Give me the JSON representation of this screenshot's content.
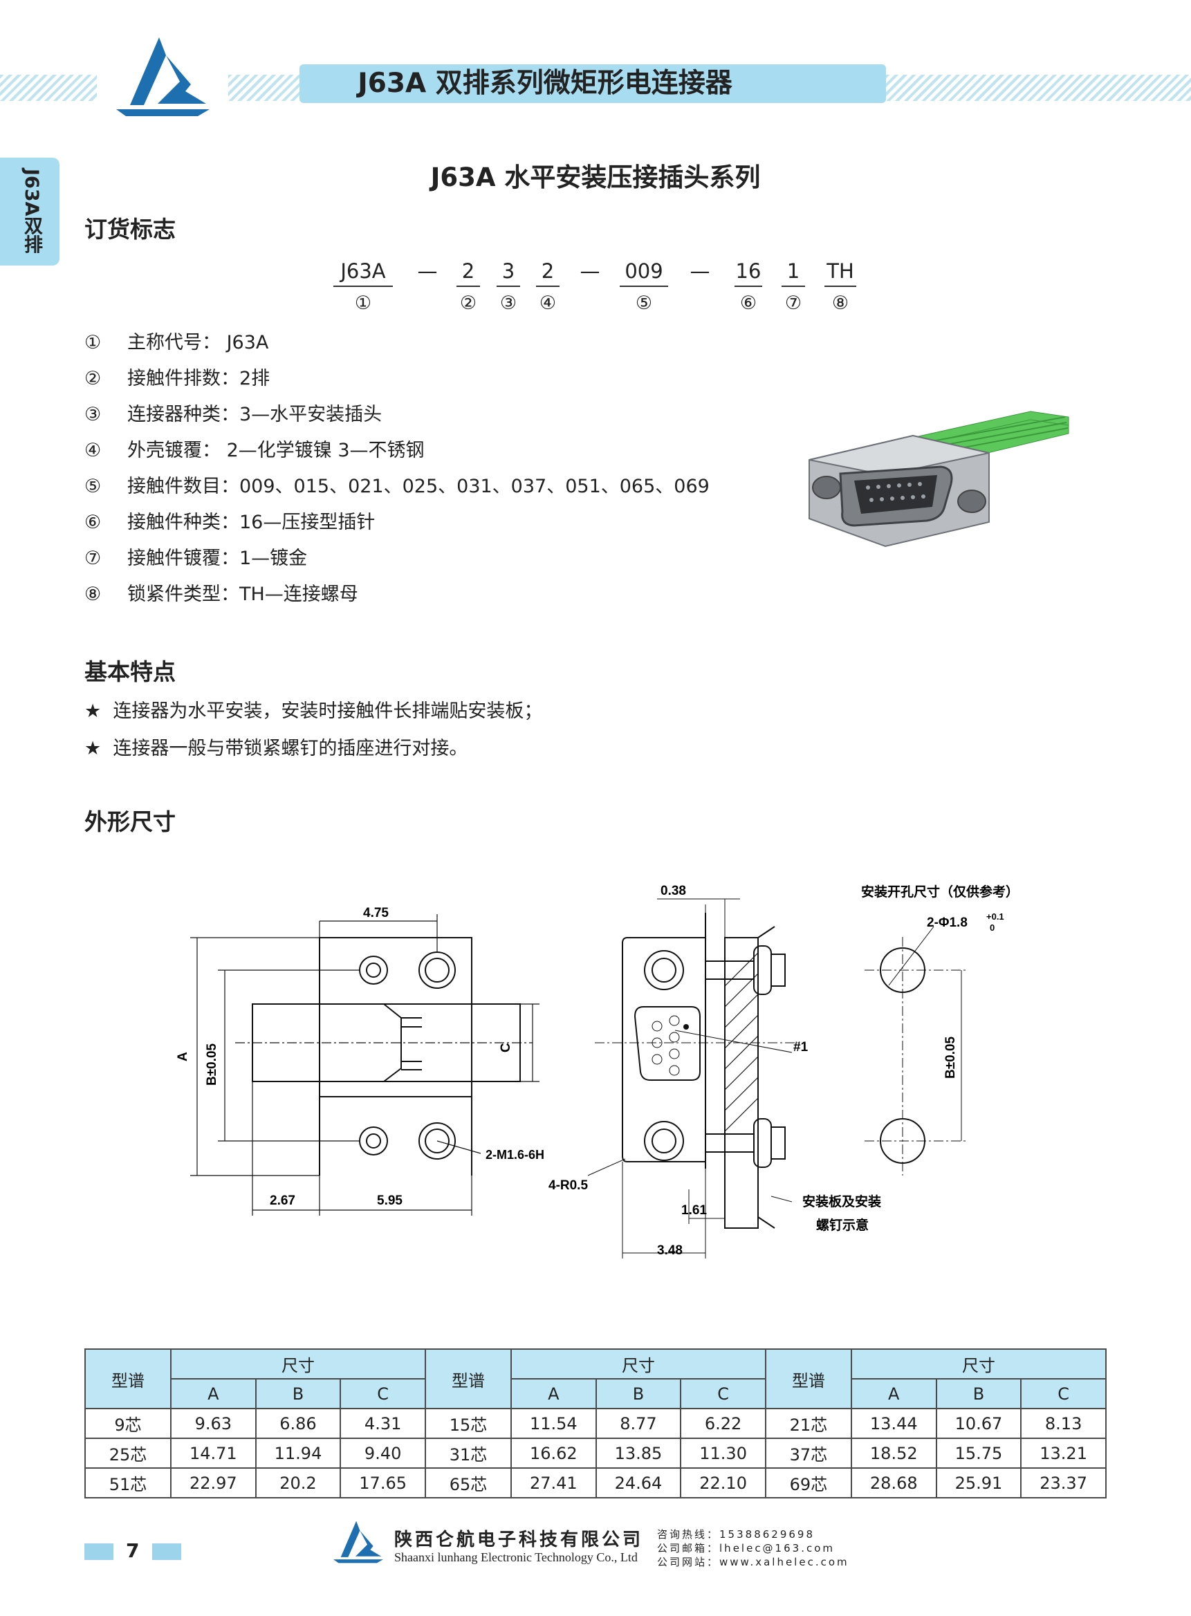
{
  "header": {
    "title": "J63A 双排系列微矩形电连接器",
    "side_tab": "J63A双排"
  },
  "page_title": "J63A 水平安装压接插头系列",
  "ordering": {
    "heading": "订货标志",
    "code_parts": [
      "J63A",
      "—",
      "2",
      "3",
      "2",
      "—",
      "009",
      "—",
      "16",
      "1",
      "TH"
    ],
    "code_numbers": [
      "①",
      "②",
      "③",
      "④",
      "⑤",
      "⑥",
      "⑦",
      "⑧"
    ],
    "items": [
      {
        "num": "①",
        "text": "主称代号： J63A"
      },
      {
        "num": "②",
        "text": "接触件排数：2排"
      },
      {
        "num": "③",
        "text": "连接器种类：3—水平安装插头"
      },
      {
        "num": "④",
        "text": "外壳镀覆： 2—化学镀镍 3—不锈钢"
      },
      {
        "num": "⑤",
        "text": "接触件数目：009、015、021、025、031、037、051、065、069"
      },
      {
        "num": "⑥",
        "text": "接触件种类：16—压接型插针"
      },
      {
        "num": "⑦",
        "text": "接触件镀覆：1—镀金"
      },
      {
        "num": "⑧",
        "text": "锁紧件类型：TH—连接螺母"
      }
    ]
  },
  "features": {
    "heading": "基本特点",
    "bullets": [
      "连接器为水平安装，安装时接触件长排端贴安装板；",
      "连接器一般与带锁紧螺钉的插座进行对接。"
    ],
    "bullet_symbol": "★"
  },
  "dimensions": {
    "heading": "外形尺寸",
    "labels": {
      "d475": "4.75",
      "d267": "2.67",
      "d595": "5.95",
      "A": "A",
      "B": "B±0.05",
      "C": "C",
      "screw": "2-M1.6-6H",
      "d038": "0.38",
      "pin1": "#1",
      "r05": "4-R0.5",
      "d161": "1.61",
      "d348": "3.48",
      "panel1": "安装板及安装",
      "panel2": "螺钉示意",
      "cutout": "安装开孔尺寸（仅供参考）",
      "hole": "2-Φ1.8",
      "tol_up": "+0.1",
      "tol_low": "0",
      "B2": "B±0.05"
    }
  },
  "table": {
    "header_model": "型谱",
    "header_size": "尺寸",
    "cols": [
      "A",
      "B",
      "C"
    ],
    "rows": [
      [
        [
          "9芯",
          "9.63",
          "6.86",
          "4.31"
        ],
        [
          "15芯",
          "11.54",
          "8.77",
          "6.22"
        ],
        [
          "21芯",
          "13.44",
          "10.67",
          "8.13"
        ]
      ],
      [
        [
          "25芯",
          "14.71",
          "11.94",
          "9.40"
        ],
        [
          "31芯",
          "16.62",
          "13.85",
          "11.30"
        ],
        [
          "37芯",
          "18.52",
          "15.75",
          "13.21"
        ]
      ],
      [
        [
          "51芯",
          "22.97",
          "20.2",
          "17.65"
        ],
        [
          "65芯",
          "27.41",
          "24.64",
          "22.10"
        ],
        [
          "69芯",
          "28.68",
          "25.91",
          "23.37"
        ]
      ]
    ]
  },
  "footer": {
    "page": "7",
    "company_cn": "陕西仑航电子科技有限公司",
    "company_en": "Shaanxi lunhang Electronic Technology Co., Ltd",
    "hotline_label": "咨询热线：",
    "hotline": "15388629698",
    "email_label": "公司邮箱：",
    "email": "lhelec@163.com",
    "web_label": "公司网站：",
    "web": "www.xalhelec.com"
  },
  "colors": {
    "accent": "#a8dcf0",
    "logo": "#1e6fb0",
    "cable": "#5cc85c"
  }
}
